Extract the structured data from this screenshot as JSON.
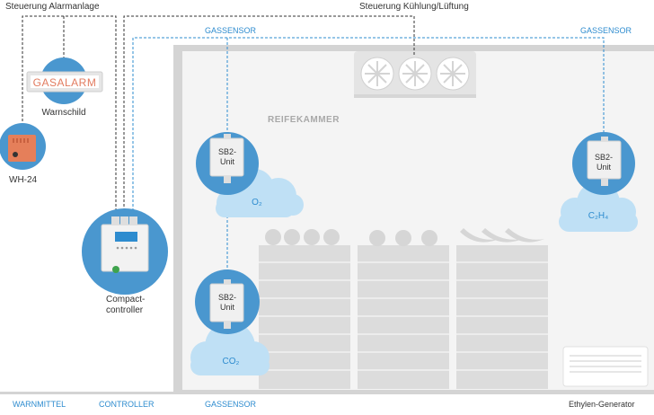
{
  "labels": {
    "steuerung_alarm": "Steuerung Alarmanlage",
    "steuerung_kuehlung": "Steuerung Kühlung/Lüftung",
    "gassensor_top_left": "GASSENSOR",
    "gassensor_top_right": "GASSENSOR",
    "reifekammer": "REIFEKAMMER",
    "gasalarm": "GASALARM",
    "warnschild": "Warnschild",
    "wh24": "WH-24",
    "compact_line1": "Compact-",
    "compact_line2": "controller",
    "sb2_line1": "SB2-",
    "sb2_line2": "Unit",
    "o2": "O₂",
    "c2h4": "C₂H₄",
    "co2": "CO₂",
    "footer_warnmittel": "WARNMITTEL",
    "footer_controller": "CONTROLLER",
    "footer_gassensor": "GASSENSOR",
    "footer_ethylen": "Ethylen-Generator"
  },
  "colors": {
    "accent_blue": "#2e8ccf",
    "circle_blue": "#4a97cf",
    "cloud_blue": "#bfe0f5",
    "room_gray": "#d4d4d4",
    "room_fill": "#f4f4f4",
    "device_gray": "#e6e6e6",
    "text_dark": "#333333",
    "gasalarm_red": "#e27b5f",
    "wh24_orange": "#e57f5a"
  },
  "icons": [
    "fan-unit-icon",
    "warnschild-icon",
    "wh24-icon",
    "controller-icon",
    "sb2-sensor-icon",
    "fruit-crate-icon",
    "ethylen-generator-icon"
  ]
}
